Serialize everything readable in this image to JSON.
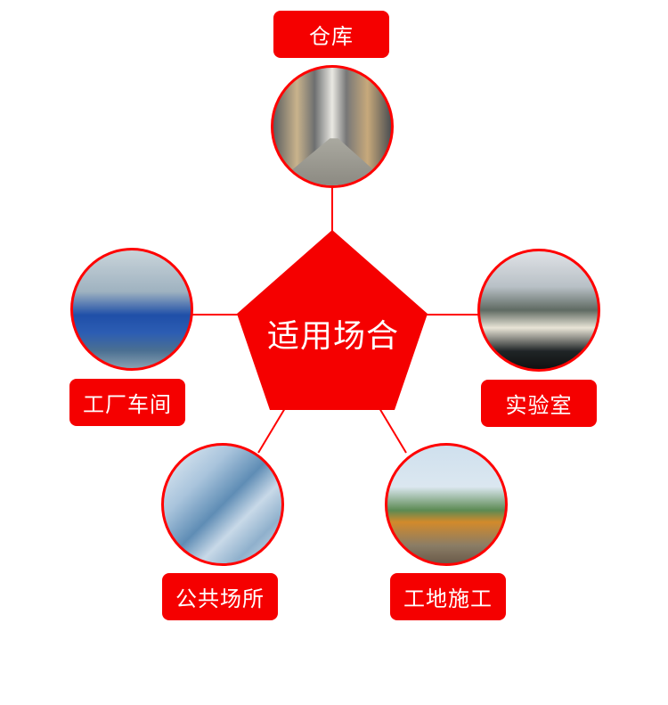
{
  "center": {
    "title": "适用场合"
  },
  "colors": {
    "accent": "#f50000",
    "background": "#ffffff"
  },
  "nodes": [
    {
      "id": "warehouse",
      "label": "仓库",
      "image": "warehouse-aisle-photo"
    },
    {
      "id": "factory",
      "label": "工厂车间",
      "image": "factory-workshop-photo"
    },
    {
      "id": "lab",
      "label": "实验室",
      "image": "laboratory-photo"
    },
    {
      "id": "public",
      "label": "公共场所",
      "image": "public-seating-photo"
    },
    {
      "id": "site",
      "label": "工地施工",
      "image": "construction-site-photo"
    }
  ]
}
